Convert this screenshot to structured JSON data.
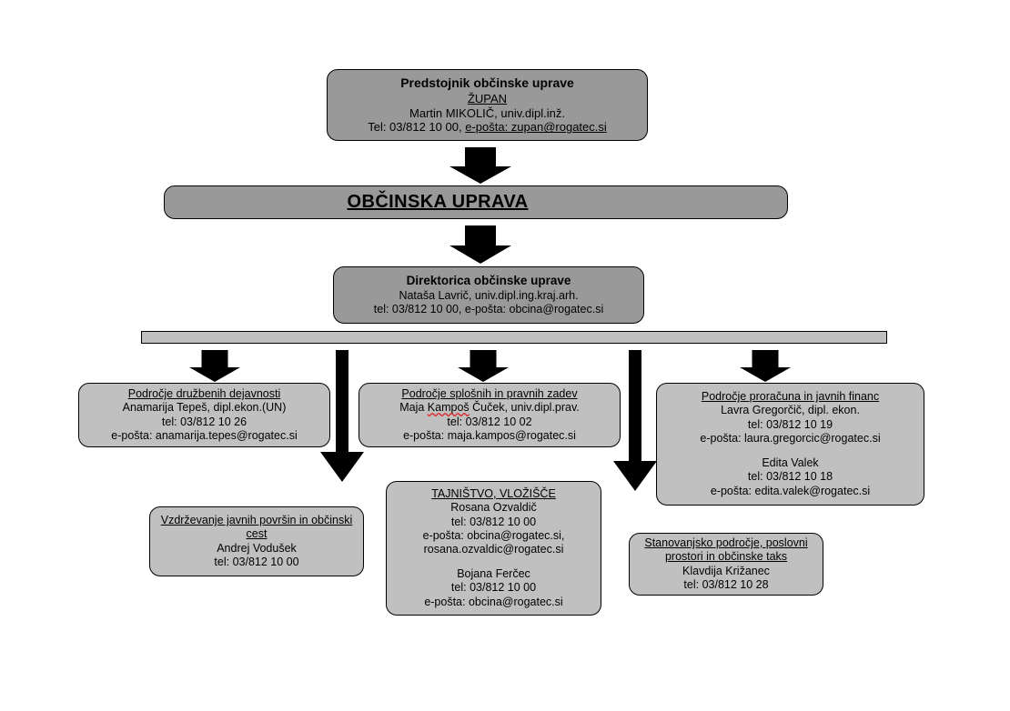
{
  "diagram": {
    "title": "Organigram občinske uprave",
    "colors": {
      "box_dark": "#999999",
      "box_light": "#c0c0c0",
      "border": "#000000",
      "arrow": "#000000",
      "spellcheck": "#e01b1b",
      "background": "#ffffff"
    }
  },
  "nodes": {
    "zupan": {
      "role": "Predstojnik občinske uprave",
      "title": "ŽUPAN",
      "name": "Martin MIKOLIČ, univ.dipl.inž.",
      "contact": "Tel: 03/812 10 00,",
      "email": "e-pošta: zupan@rogatec.si"
    },
    "uprava": {
      "headline": "OBČINSKA UPRAVA"
    },
    "direktorica": {
      "role": "Direktorica občinske uprave",
      "name": "Nataša Lavrič, univ.dipl.ing.kraj.arh.",
      "contact": "tel: 03/812 10 00, e-pošta: obcina@rogatec.si"
    },
    "druzbene": {
      "heading": "Področje družbenih dejavnosti",
      "name": "Anamarija Tepeš, dipl.ekon.(UN)",
      "phone": "tel: 03/812 10 26",
      "email": "e-pošta: anamarija.tepes@rogatec.si"
    },
    "splosne": {
      "heading": "Področje splošnih in pravnih zadev",
      "name_prefix": "Maja ",
      "name_misspelled": "Kampoš",
      "name_suffix": " Čuček, univ.dipl.prav.",
      "phone": "tel: 03/812 10 02",
      "email": "e-pošta: maja.kampos@rogatec.si"
    },
    "proracun": {
      "heading": "Področje proračuna in javnih financ",
      "name": "Lavra Gregorčič, dipl. ekon.",
      "phone": "tel: 03/812 10 19",
      "email": "e-pošta: laura.gregorcic@rogatec.si",
      "name2": "Edita Valek",
      "phone2": "tel: 03/812 10 18",
      "email2": "e-pošta: edita.valek@rogatec.si"
    },
    "vzdrzevanje": {
      "heading_line1": "Vzdrževanje javnih površin in občinski",
      "heading_line2": "cest",
      "name": "Andrej Vodušek",
      "phone": "tel: 03/812 10 00"
    },
    "tajnistvo": {
      "heading": "TAJNIŠTVO, VLOŽIŠČE",
      "name": "Rosana Ozvaldič",
      "phone": "tel: 03/812 10 00",
      "email": "e-pošta: obcina@rogatec.si,",
      "email_cont": "rosana.ozvaldic@rogatec.si",
      "name2": "Bojana Ferčec",
      "phone2": "tel: 03/812 10 00",
      "email2": "e-pošta: obcina@rogatec.si"
    },
    "stanovanje": {
      "heading_line1": "Stanovanjsko področje, poslovni",
      "heading_line2": "prostori in občinske taks",
      "name": "Klavdija Križanec",
      "phone": "tel: 03/812 10 28"
    }
  },
  "connectors": {
    "zupan_to_uprava": "arrow-down",
    "uprava_to_direktorica": "arrow-down",
    "bar": "horizontal-distribution-bar",
    "bar_to_druzbene": "arrow-down",
    "bar_to_splosne": "arrow-down",
    "bar_to_proracun": "arrow-down",
    "bar_to_vzdrzevanje": "arrow-down-long",
    "bar_to_stanovanje": "arrow-down-long"
  }
}
